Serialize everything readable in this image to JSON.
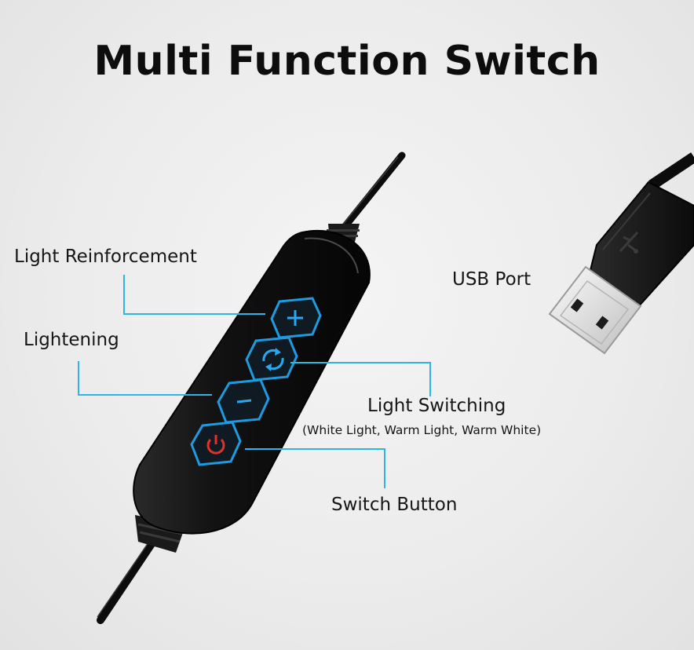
{
  "title": "Multi Function Switch",
  "labels": {
    "light_reinforcement": "Light Reinforcement",
    "lightening": "Lightening",
    "light_switching": "Light Switching",
    "light_switching_detail": "(White Light, Warm Light, Warm White)",
    "switch_button": "Switch Button",
    "usb_port": "USB Port"
  },
  "colors": {
    "callout_line": "#2bb6e6",
    "button_glow": "#1e9be0",
    "power_icon": "#e0322b",
    "controller_body": "#141414"
  },
  "icons": [
    "plus-icon",
    "switch-cycle-icon",
    "minus-icon",
    "power-icon",
    "usb-symbol-icon"
  ]
}
